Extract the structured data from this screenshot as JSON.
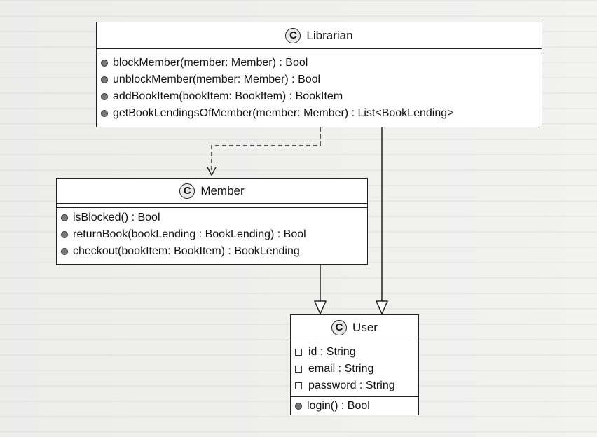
{
  "classes": {
    "librarian": {
      "name": "Librarian",
      "stereotype": "C",
      "operations": [
        "blockMember(member: Member) : Bool",
        "unblockMember(member: Member) : Bool",
        "addBookItem(bookItem: BookItem) : BookItem",
        "getBookLendingsOfMember(member: Member) : List<BookLending>"
      ]
    },
    "member": {
      "name": "Member",
      "stereotype": "C",
      "operations": [
        "isBlocked() : Bool",
        "returnBook(bookLending : BookLending) : Bool",
        "checkout(bookItem: BookItem) : BookLending"
      ]
    },
    "user": {
      "name": "User",
      "stereotype": "C",
      "attributes": [
        "id : String",
        "email : String",
        "password : String"
      ],
      "operations": [
        "login() : Bool"
      ]
    }
  },
  "relations": [
    {
      "from": "Librarian",
      "to": "Member",
      "kind": "dependency"
    },
    {
      "from": "Member",
      "to": "User",
      "kind": "generalization"
    },
    {
      "from": "Librarian",
      "to": "User",
      "kind": "generalization"
    }
  ]
}
